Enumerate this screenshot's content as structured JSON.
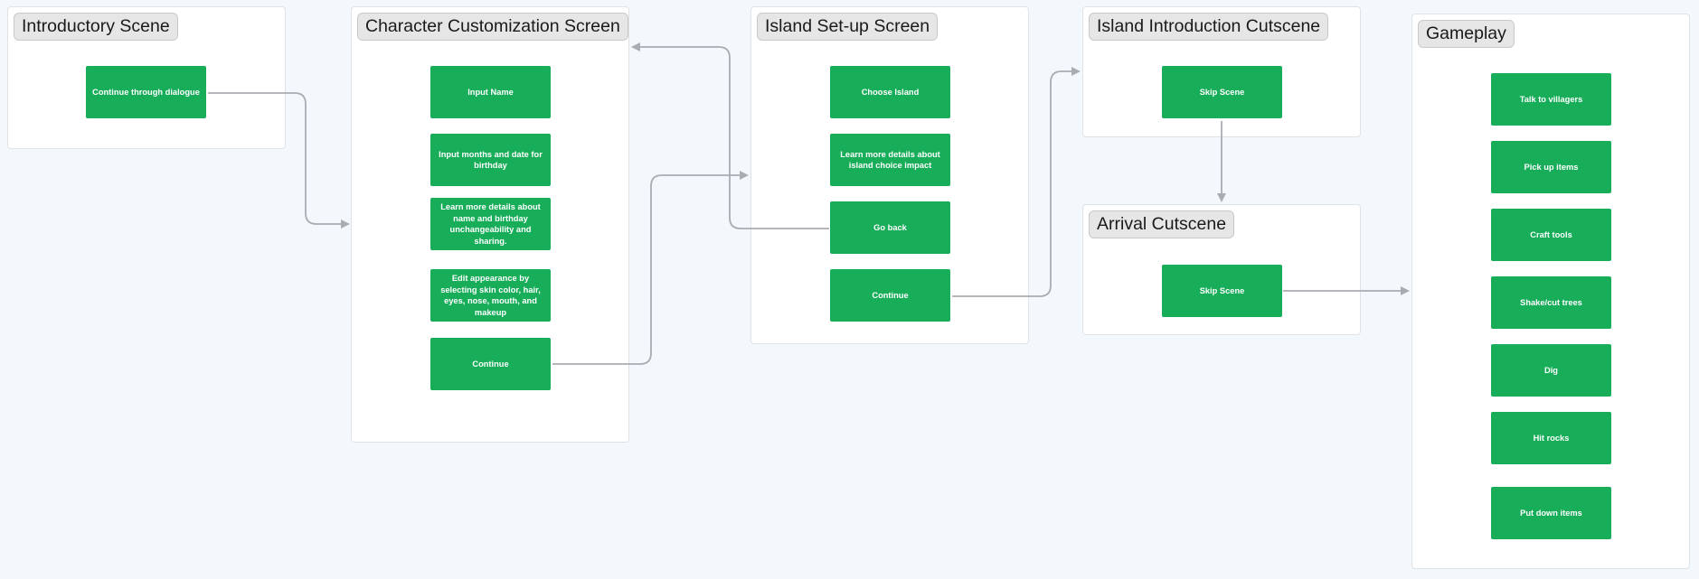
{
  "diagram": {
    "colors": {
      "background": "#f3f8fd",
      "node_fill": "#17ad59",
      "node_text": "#ffffff",
      "connector": "#a9adb2",
      "section_fill": "#ffffff",
      "title_fill": "#e6e6e6"
    },
    "sections": {
      "intro": {
        "title": "Introductory Scene",
        "nodes": {
          "continue_dialogue": "Continue through dialogue"
        }
      },
      "character": {
        "title": "Character Customization Screen",
        "nodes": {
          "input_name": "Input Name",
          "birthday": "Input months and date for birthday",
          "learn_more": "Learn more details about name and birthday unchangeability and sharing.",
          "appearance": "Edit appearance by selecting skin color, hair, eyes, nose, mouth, and makeup",
          "continue": "Continue"
        }
      },
      "island_setup": {
        "title": "Island Set-up Screen",
        "nodes": {
          "choose_island": "Choose Island",
          "learn_more": "Learn more details about island choice impact",
          "go_back": "Go back",
          "continue": "Continue"
        }
      },
      "island_intro": {
        "title": "Island Introduction Cutscene",
        "nodes": {
          "skip_scene": "Skip Scene"
        }
      },
      "arrival": {
        "title": "Arrival Cutscene",
        "nodes": {
          "skip_scene": "Skip Scene"
        }
      },
      "gameplay": {
        "title": "Gameplay",
        "nodes": {
          "talk": "Talk to villagers",
          "pick_up": "Pick up items",
          "craft": "Craft tools",
          "shake": "Shake/cut trees",
          "dig": "Dig",
          "rocks": "Hit rocks",
          "put_down": "Put down items"
        }
      }
    },
    "edges": [
      {
        "from": "Continue through dialogue",
        "to": "Character Customization Screen"
      },
      {
        "from": "Continue (Character Customization Screen)",
        "to": "Island Set-up Screen"
      },
      {
        "from": "Go back",
        "to": "Character Customization Screen"
      },
      {
        "from": "Continue (Island Set-up Screen)",
        "to": "Island Introduction Cutscene"
      },
      {
        "from": "Skip Scene (Island Introduction Cutscene)",
        "to": "Arrival Cutscene"
      },
      {
        "from": "Skip Scene (Arrival Cutscene)",
        "to": "Gameplay"
      }
    ]
  }
}
